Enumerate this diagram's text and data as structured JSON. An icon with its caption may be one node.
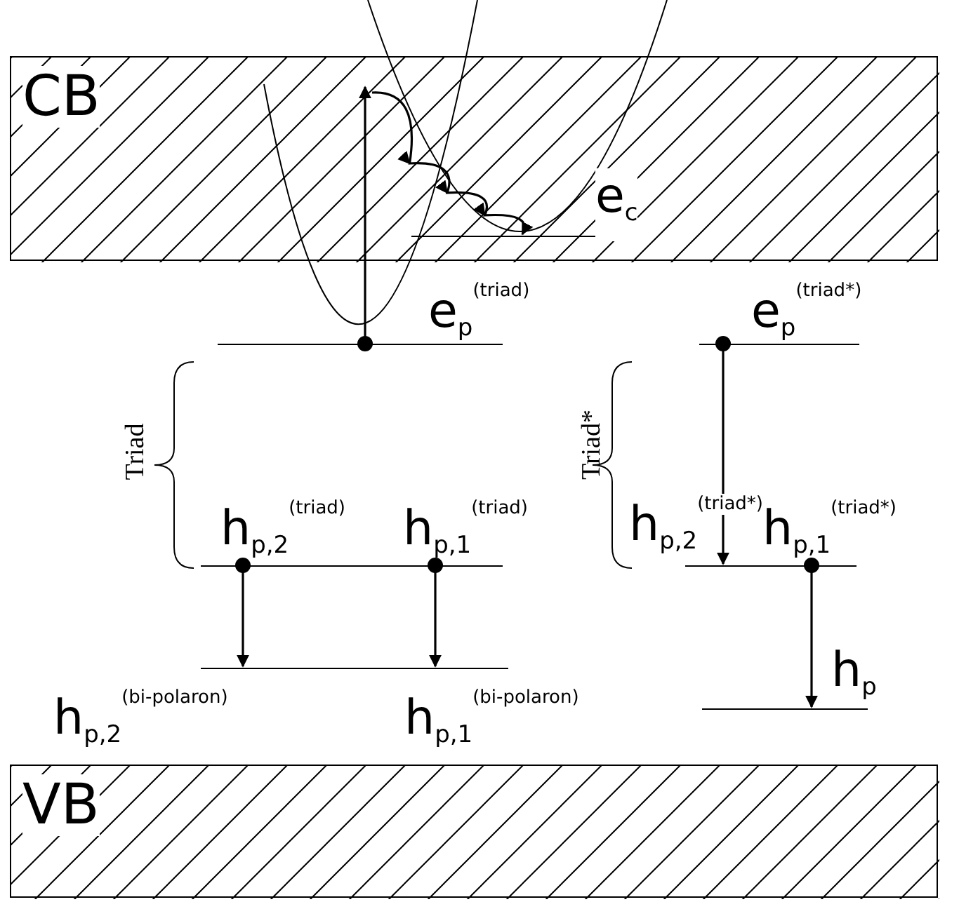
{
  "diagram": {
    "nodes": [
      {
        "text": [
          "CB"
        ]
      },
      {
        "text": [
          "VB"
        ]
      },
      {
        "text": [
          "e$_{c}$"
        ],
        "in": 0
      },
      {
        "text": [
          "e$_{p}$$^{(triad)}$"
        ]
      },
      {
        "text": [
          "e$_{p}$$^{(triad*)}$"
        ]
      },
      {
        "text": [
          "h$_{p,2}$$^{(triad)}$"
        ]
      },
      {
        "text": [
          "h$_{p,1}$$^{(triad)}$"
        ]
      },
      {
        "text": [
          "h$_{p,2}$$^{(bi-polaron)}$"
        ]
      },
      {
        "text": [
          "h$_{p,1}$$^{(bi-polaron)}$"
        ]
      },
      {
        "text": [
          "h$_{p,2}$$^{(triad*)}$"
        ]
      },
      {
        "text": [
          "h$_{p,1}$$^{(triad*)}$"
        ]
      },
      {
        "text": [
          "h$_{p}$"
        ]
      }
    ],
    "edges": [
      {
        "from": 3,
        "to": 0,
        "arrow": "to"
      },
      {
        "from": null,
        "to": 2,
        "arrow": "to"
      },
      {
        "from": 5,
        "to": 7,
        "arrow": "to"
      },
      {
        "from": 6,
        "to": 8,
        "arrow": "to"
      },
      {
        "from": 4,
        "to": 9,
        "arrow": "to"
      },
      {
        "from": 10,
        "to": 11,
        "arrow": "to"
      }
    ],
    "labels": [
      "Triad",
      "Triad*"
    ]
  }
}
